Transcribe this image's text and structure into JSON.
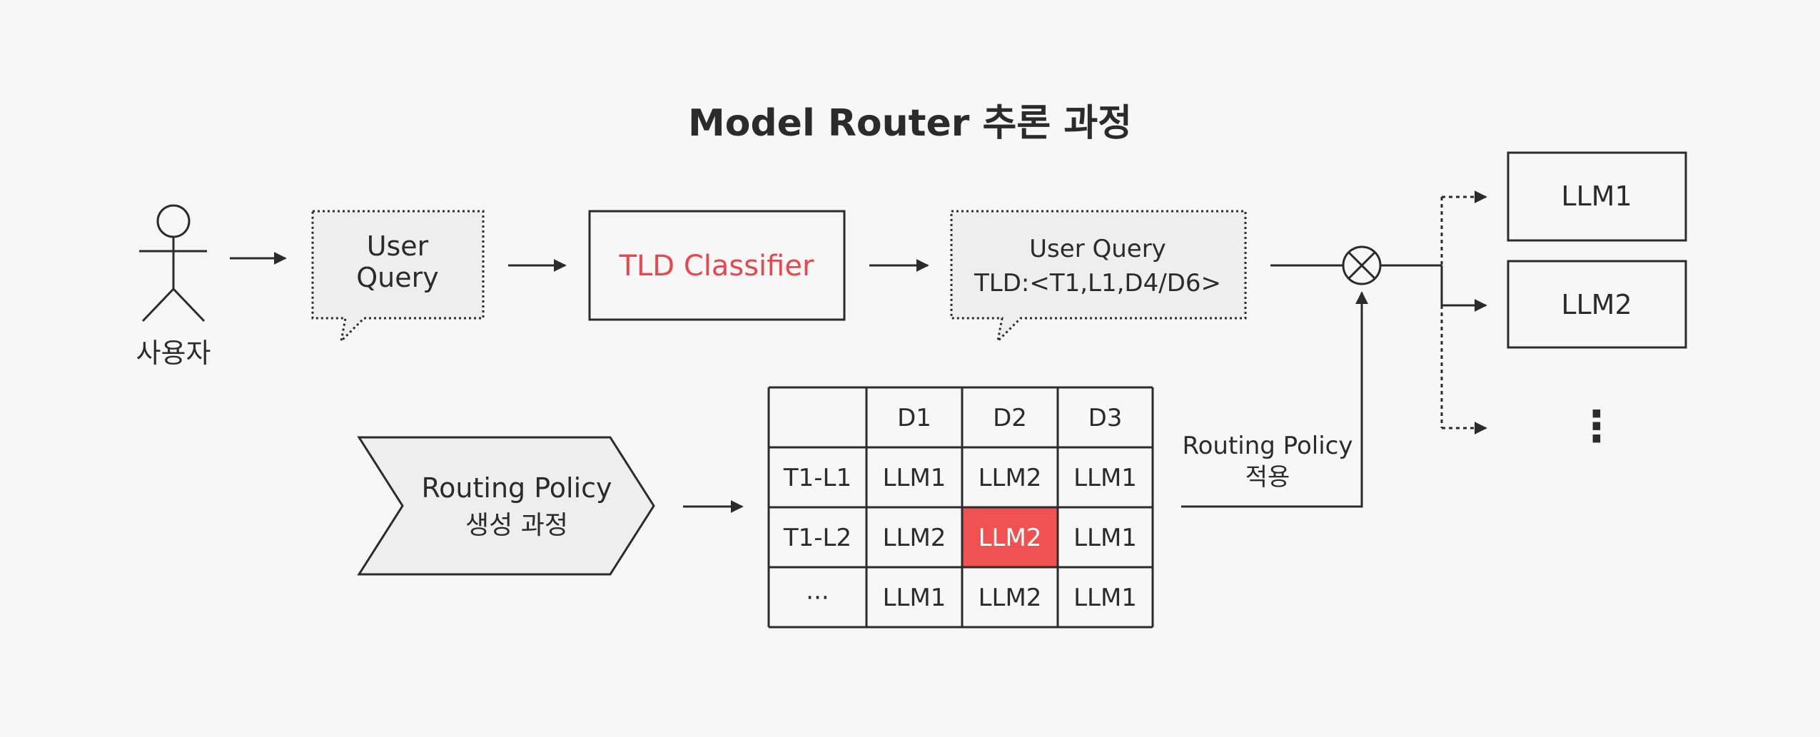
{
  "title": "Model Router 추론 과정",
  "actor": {
    "label": "사용자"
  },
  "query_bubble": {
    "line1": "User",
    "line2": "Query"
  },
  "classifier": {
    "label": "TLD Classifier",
    "color": "#e8474c"
  },
  "tagged_bubble": {
    "line1": "User Query",
    "line2": "TLD:<T1,L1,D4/D6>"
  },
  "policy_gen": {
    "line1": "Routing Policy",
    "line2": "생성 과정"
  },
  "policy_apply": {
    "line1": "Routing Policy",
    "line2": "적용"
  },
  "table": {
    "headers": [
      "",
      "D1",
      "D2",
      "D3"
    ],
    "rows": [
      {
        "label": "T1-L1",
        "cells": [
          "LLM1",
          "LLM2",
          "LLM1"
        ]
      },
      {
        "label": "T1-L2",
        "cells": [
          "LLM2",
          "LLM2",
          "LLM1"
        ]
      },
      {
        "label": "···",
        "cells": [
          "LLM1",
          "LLM2",
          "LLM1"
        ]
      }
    ],
    "highlight_color": "#f05252"
  },
  "targets": [
    {
      "label": "LLM1"
    },
    {
      "label": "LLM2"
    },
    {
      "label": "⋮"
    }
  ]
}
